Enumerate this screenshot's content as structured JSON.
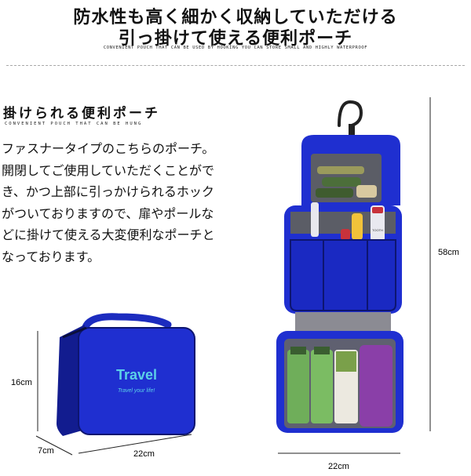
{
  "header": {
    "line1": "防水性も高く細かく収納していただける",
    "line2": "引っ掛けて使える便利ポーチ",
    "caption": "CONVENIENT POUCH THAT CAN BE USED BY HOOKING YOU CAN STORE SMALL AND HIGHLY WATERPROOF"
  },
  "section": {
    "title": "掛けられる便利ポーチ",
    "subtitle": "CONVENIENT POUCH THAT CAN BE HUNG",
    "body_lines": [
      "ファスナータイプのこちらのポーチ。",
      "開閉してご使用していただくことがで",
      "き、かつ上部に引っかけられるホック",
      "がついておりますので、扉やポールな",
      "どに掛けて使える大変便利なポーチと",
      "なっております。"
    ]
  },
  "product_small": {
    "brand_text": "Travel",
    "tagline_text": "Travel your life!",
    "height_label": "16cm",
    "depth_label": "7cm",
    "width_label": "22cm"
  },
  "product_open": {
    "height_label": "58cm",
    "width_label": "22cm",
    "toothpaste_text": "TOOTH"
  },
  "colors": {
    "pouch_blue": "#1f2fd0",
    "pouch_dark": "#111a8a",
    "mesh_gray": "#6d6d78",
    "accent_purple": "#8a3fa8"
  }
}
